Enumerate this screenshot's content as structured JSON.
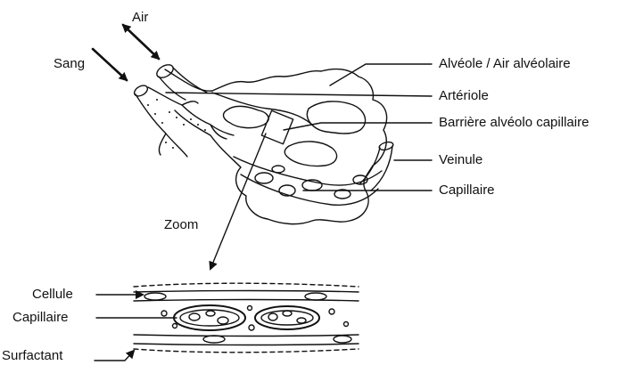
{
  "labels": {
    "air": "Air",
    "sang": "Sang",
    "alveole": "Alvéole / Air alvéolaire",
    "arteriole": "Artériole",
    "barriere": "Barrière alvéolo capillaire",
    "veinule": "Veinule",
    "capillaire_top": "Capillaire",
    "zoom": "Zoom",
    "cellule": "Cellule",
    "capillaire_bottom": "Capillaire",
    "surfactant": "Surfactant"
  },
  "colors": {
    "ink": "#111111",
    "background": "#ffffff"
  }
}
